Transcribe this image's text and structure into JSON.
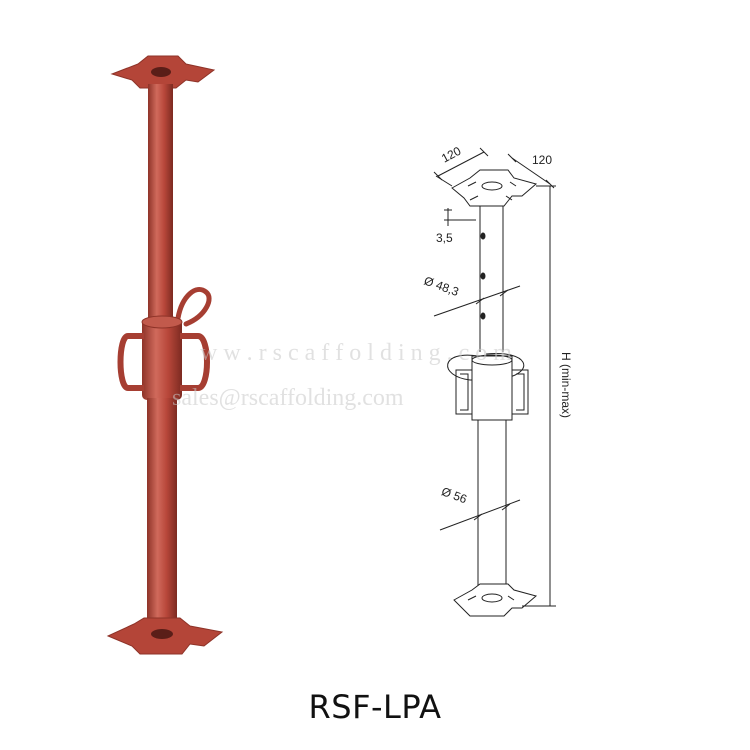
{
  "product": {
    "code": "RSF-LPA"
  },
  "watermark": {
    "line1": "w w . r s c a f f o l d i n g . c o m",
    "line2": "sales@rscaffolding.com"
  },
  "dimensions": {
    "plate_width_a": "120",
    "plate_width_b": "120",
    "plate_thickness": "3,5",
    "inner_tube_diameter": "Ø 48,3",
    "outer_tube_diameter": "Ø 56",
    "height": "H (min-max)"
  },
  "colors": {
    "prop_red": "#b8473a",
    "prop_dark": "#8e3328",
    "prop_light": "#d06a5c",
    "line": "#222222"
  }
}
